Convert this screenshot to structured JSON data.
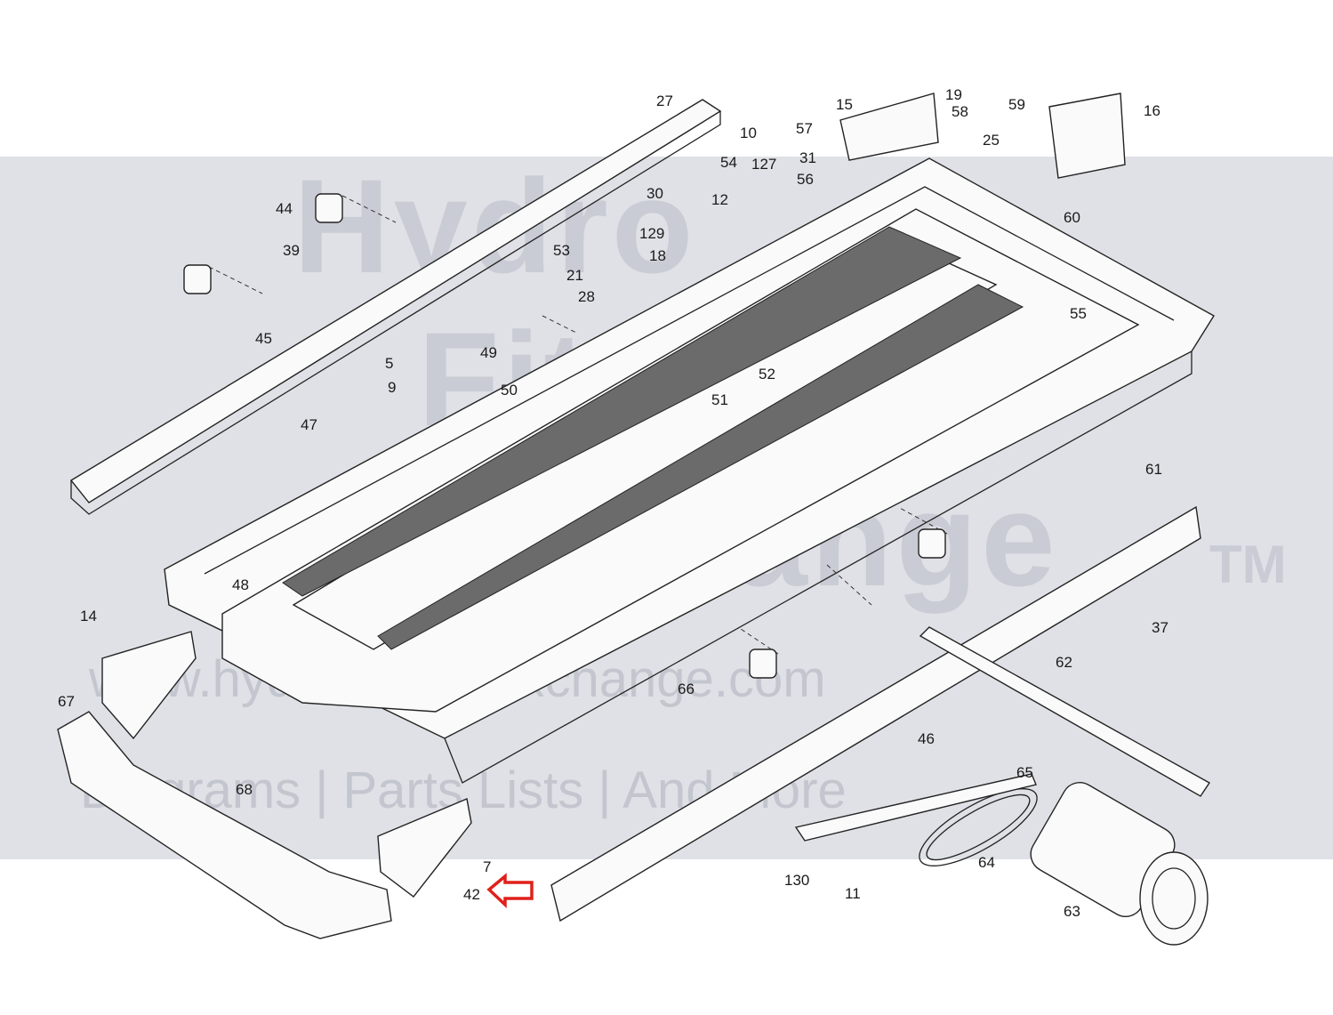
{
  "watermark": {
    "line1": "Hydro",
    "line2": "Fitness",
    "line3": "Exchange",
    "tm": "TM",
    "url": "www.hydrofitnessexchange.com",
    "tagline": "Diagrams | Parts Lists | And More"
  },
  "highlight": {
    "part": "42",
    "arrow_color": "#e0201b"
  },
  "labels": [
    {
      "id": "27"
    },
    {
      "id": "10"
    },
    {
      "id": "57"
    },
    {
      "id": "15"
    },
    {
      "id": "19"
    },
    {
      "id": "58"
    },
    {
      "id": "59"
    },
    {
      "id": "16"
    },
    {
      "id": "25"
    },
    {
      "id": "31"
    },
    {
      "id": "56"
    },
    {
      "id": "54"
    },
    {
      "id": "127"
    },
    {
      "id": "30"
    },
    {
      "id": "12"
    },
    {
      "id": "44"
    },
    {
      "id": "39"
    },
    {
      "id": "53"
    },
    {
      "id": "21"
    },
    {
      "id": "129"
    },
    {
      "id": "18"
    },
    {
      "id": "28"
    },
    {
      "id": "45"
    },
    {
      "id": "49"
    },
    {
      "id": "5"
    },
    {
      "id": "9"
    },
    {
      "id": "50"
    },
    {
      "id": "51"
    },
    {
      "id": "52"
    },
    {
      "id": "47"
    },
    {
      "id": "48"
    },
    {
      "id": "14"
    },
    {
      "id": "55"
    },
    {
      "id": "60"
    },
    {
      "id": "61"
    },
    {
      "id": "66"
    },
    {
      "id": "67"
    },
    {
      "id": "7"
    },
    {
      "id": "68"
    },
    {
      "id": "42"
    },
    {
      "id": "46"
    },
    {
      "id": "62"
    },
    {
      "id": "37"
    },
    {
      "id": "65"
    },
    {
      "id": "64"
    },
    {
      "id": "63"
    },
    {
      "id": "130"
    },
    {
      "id": "11"
    }
  ]
}
